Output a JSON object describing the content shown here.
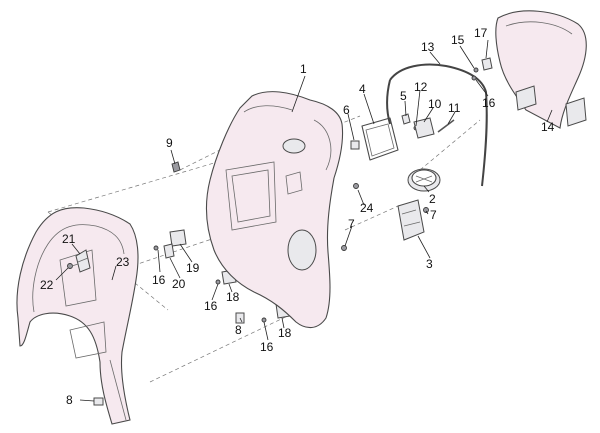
{
  "callouts": {
    "c1": "1",
    "c2": "2",
    "c3": "3",
    "c4": "4",
    "c5": "5",
    "c6": "6",
    "c7a": "7",
    "c7b": "7",
    "c8a": "8",
    "c8b": "8",
    "c9": "9",
    "c10": "10",
    "c11": "11",
    "c12": "12",
    "c13": "13",
    "c14": "14",
    "c15": "15",
    "c16a": "16",
    "c16b": "16",
    "c16c": "16",
    "c16d": "16",
    "c17": "17",
    "c18a": "18",
    "c18b": "18",
    "c19": "19",
    "c20": "20",
    "c21": "21",
    "c22": "22",
    "c23": "23",
    "c24": "24"
  }
}
